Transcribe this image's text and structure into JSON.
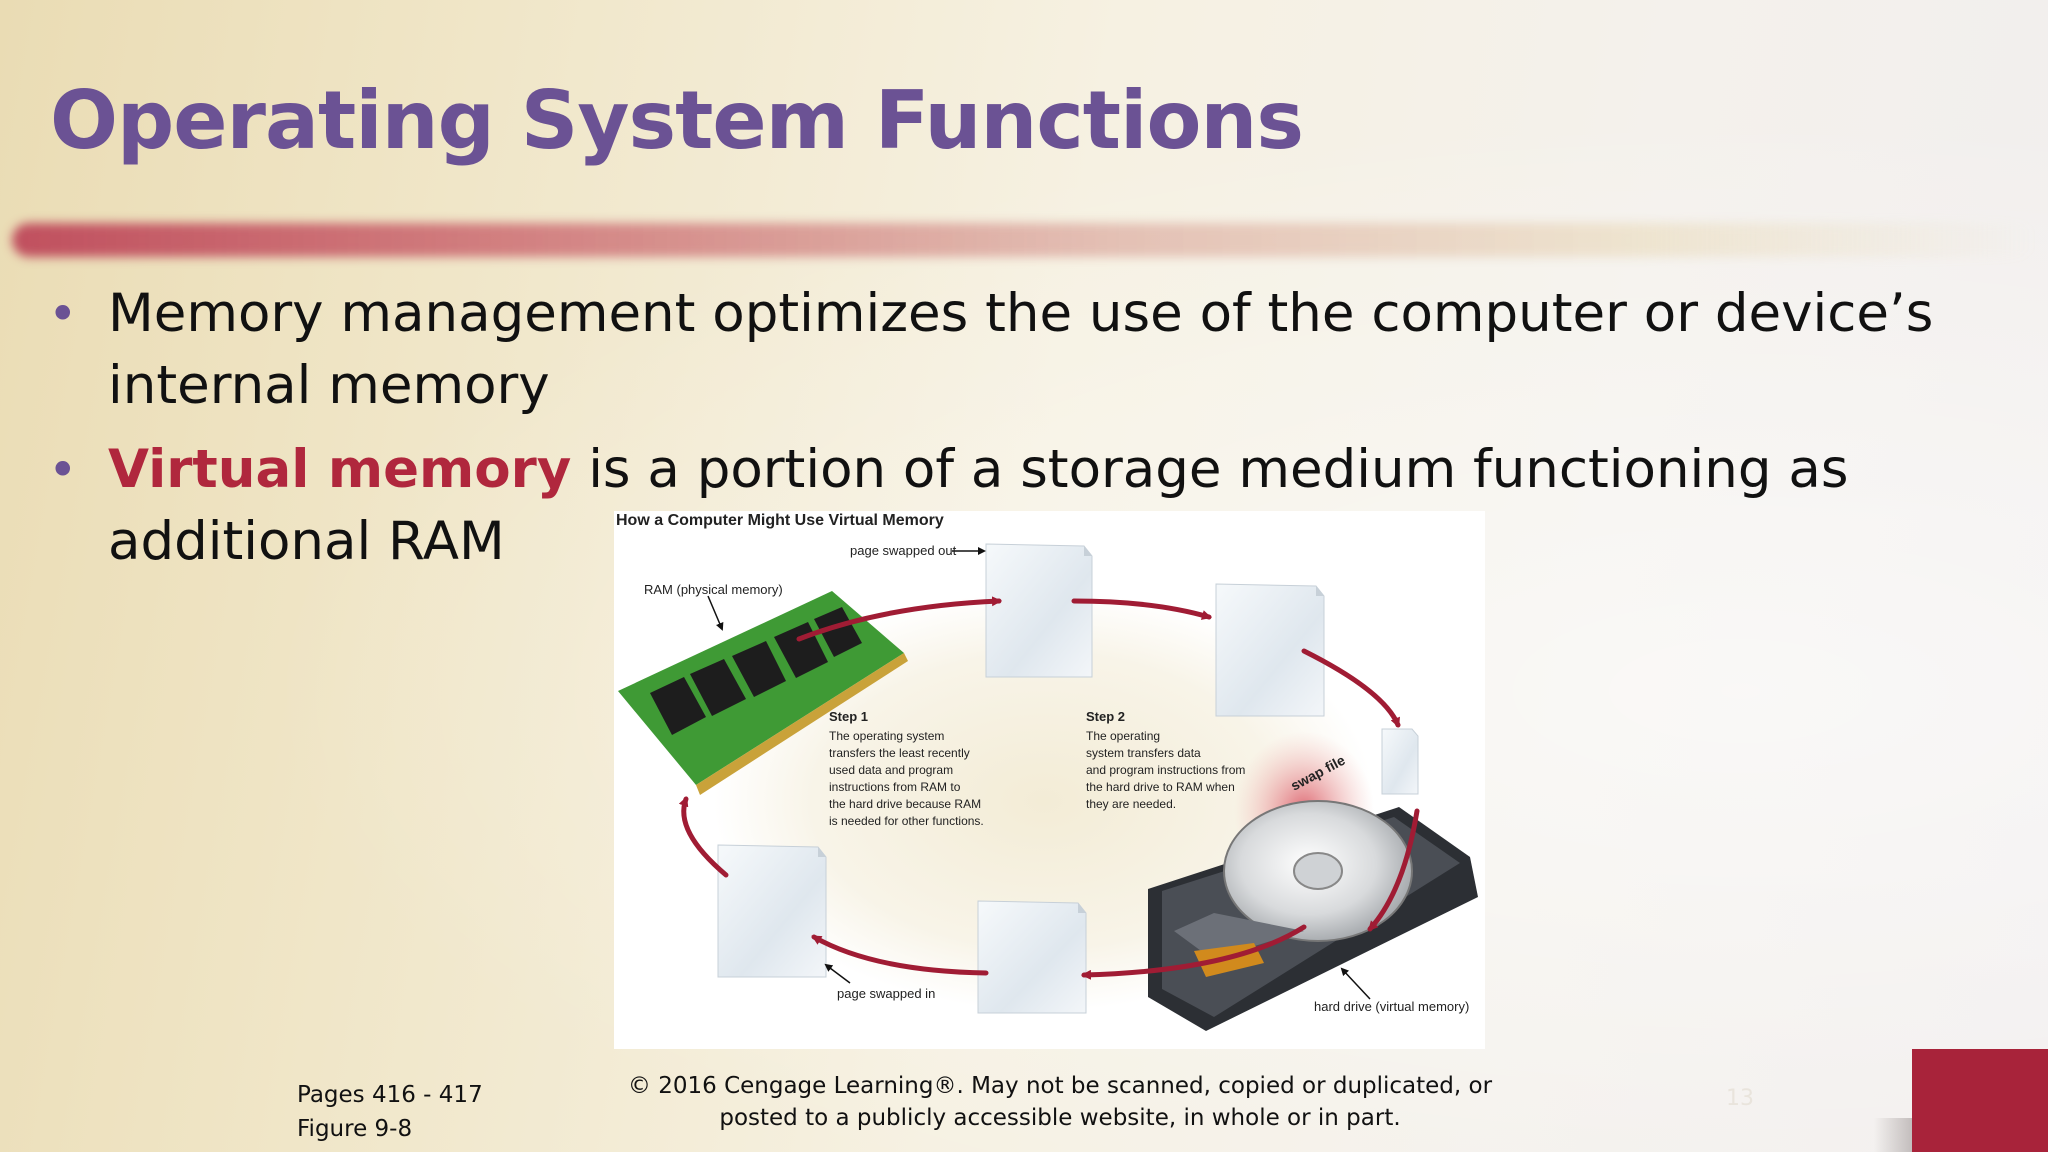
{
  "slide": {
    "title": "Operating System Functions",
    "bullets": [
      {
        "highlight": "",
        "text": "Memory management optimizes the use of the computer or device’s internal memory"
      },
      {
        "highlight": "Virtual memory",
        "text": " is a portion of a storage medium functioning as additional RAM"
      }
    ],
    "bullet_glyph": "•"
  },
  "figure": {
    "title": "How a Computer Might Use Virtual Memory",
    "labels": {
      "page_out": "page swapped out",
      "ram": "RAM (physical memory)",
      "page_in": "page swapped in",
      "hard_drive": "hard drive (virtual memory)",
      "swap_file": "swap file"
    },
    "step1": {
      "heading": "Step 1",
      "lines": [
        "The operating system",
        "transfers the least recently",
        "used data and program",
        "instructions from RAM to",
        "the hard drive because RAM",
        "is needed for other functions."
      ]
    },
    "step2": {
      "heading": "Step 2",
      "lines": [
        "The operating",
        "system transfers data",
        "and program instructions from",
        "the hard drive to RAM when",
        "they are needed."
      ]
    },
    "icons": [
      "ram-module-icon",
      "document-page-icon",
      "hard-drive-icon",
      "arrow-icon"
    ],
    "colors": {
      "arrow": "#a01c34",
      "ram_board": "#3f9a35",
      "chip": "#1d1d1d"
    }
  },
  "footer": {
    "pages": "Pages 416 - 417",
    "figure_ref": "Figure 9-8",
    "copyright_line1": "© 2016 Cengage Learning®. May not be scanned, copied or duplicated, or",
    "copyright_line2": "posted to a publicly accessible website, in whole or in part.",
    "page_number": "13"
  },
  "colors": {
    "title": "#6b5294",
    "highlight": "#b0273d",
    "accent_block": "#a8233a"
  }
}
